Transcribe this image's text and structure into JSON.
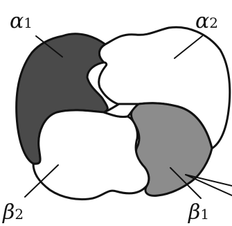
{
  "subunits": [
    {
      "id": "alpha1",
      "label": "α",
      "index": "1",
      "fill": "#4a4a4a"
    },
    {
      "id": "alpha2",
      "label": "α",
      "index": "2",
      "fill": "#ffffff"
    },
    {
      "id": "beta1",
      "label": "β",
      "index": "1",
      "fill": "#8c8c8c"
    },
    {
      "id": "beta2",
      "label": "β",
      "index": "2",
      "fill": "#ffffff"
    }
  ]
}
